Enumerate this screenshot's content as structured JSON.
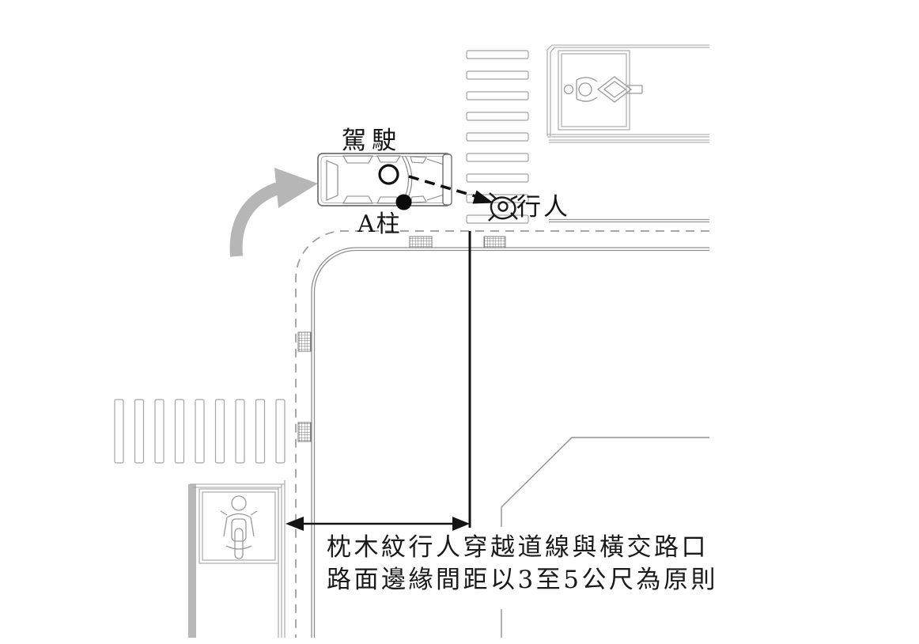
{
  "colors": {
    "background": "#ffffff",
    "line_art": "#9b9b9b",
    "annotation_black": "#141414",
    "turn_arrow_gray": "#b6b6b6",
    "curb_band_gray": "#b8b8b8"
  },
  "labels": {
    "driver": "駕駛",
    "a_pillar": "A柱",
    "pedestrian": "行人"
  },
  "caption": {
    "line1": "枕木紋行人穿越道線與橫交路口",
    "line2": "路面邊緣間距以3至5公尺為原則"
  },
  "icons": {
    "turn_arrow": "curved-turn-arrow-icon",
    "car": "car-top-view-icon",
    "driver_position": "driver-head-circle-icon",
    "a_pillar_point": "a-pillar-dot-icon",
    "sight_line": "dashed-sight-line-arrow-icon",
    "pedestrian": "pedestrian-top-view-icon",
    "crosswalk_top": "zebra-crosswalk-vertical",
    "crosswalk_left": "zebra-crosswalk-horizontal",
    "motorcycle_box_top": "motorcycle-waiting-box-top",
    "motorcycle_box_left": "motorcycle-waiting-box-left",
    "distance_arrow": "distance-measurement-arrow"
  }
}
